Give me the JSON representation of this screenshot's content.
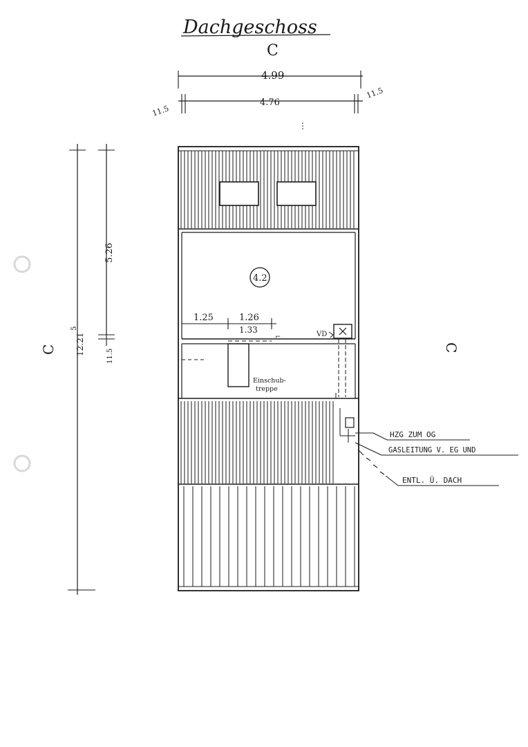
{
  "title": "Dachgeschoss",
  "section_letter_top": "C",
  "section_letter_left": "C",
  "section_letter_right": "C",
  "room_number": "4.2",
  "dimensions": {
    "outer_width": "4.99",
    "inner_width": "4.76",
    "wall_left": "11.5",
    "wall_right": "11.5",
    "total_length": "12.21",
    "length_superscript": "5",
    "room_depth": "5.26",
    "wall_small": "11.5",
    "seg_1": "1.25",
    "seg_2": "1.26",
    "seg_3": "1.33"
  },
  "labels": {
    "stair_line1": "Einschub-",
    "stair_line2": "treppe",
    "vd": "VD",
    "note_1": "HZG ZUM OG",
    "note_2": "GASLEITUNG V. EG UND",
    "note_3": "ENTL. Ü. DACH"
  },
  "colors": {
    "ink": "#1a1a1a",
    "paper": "#ffffff",
    "punch_hole": "#e2e2e2"
  }
}
